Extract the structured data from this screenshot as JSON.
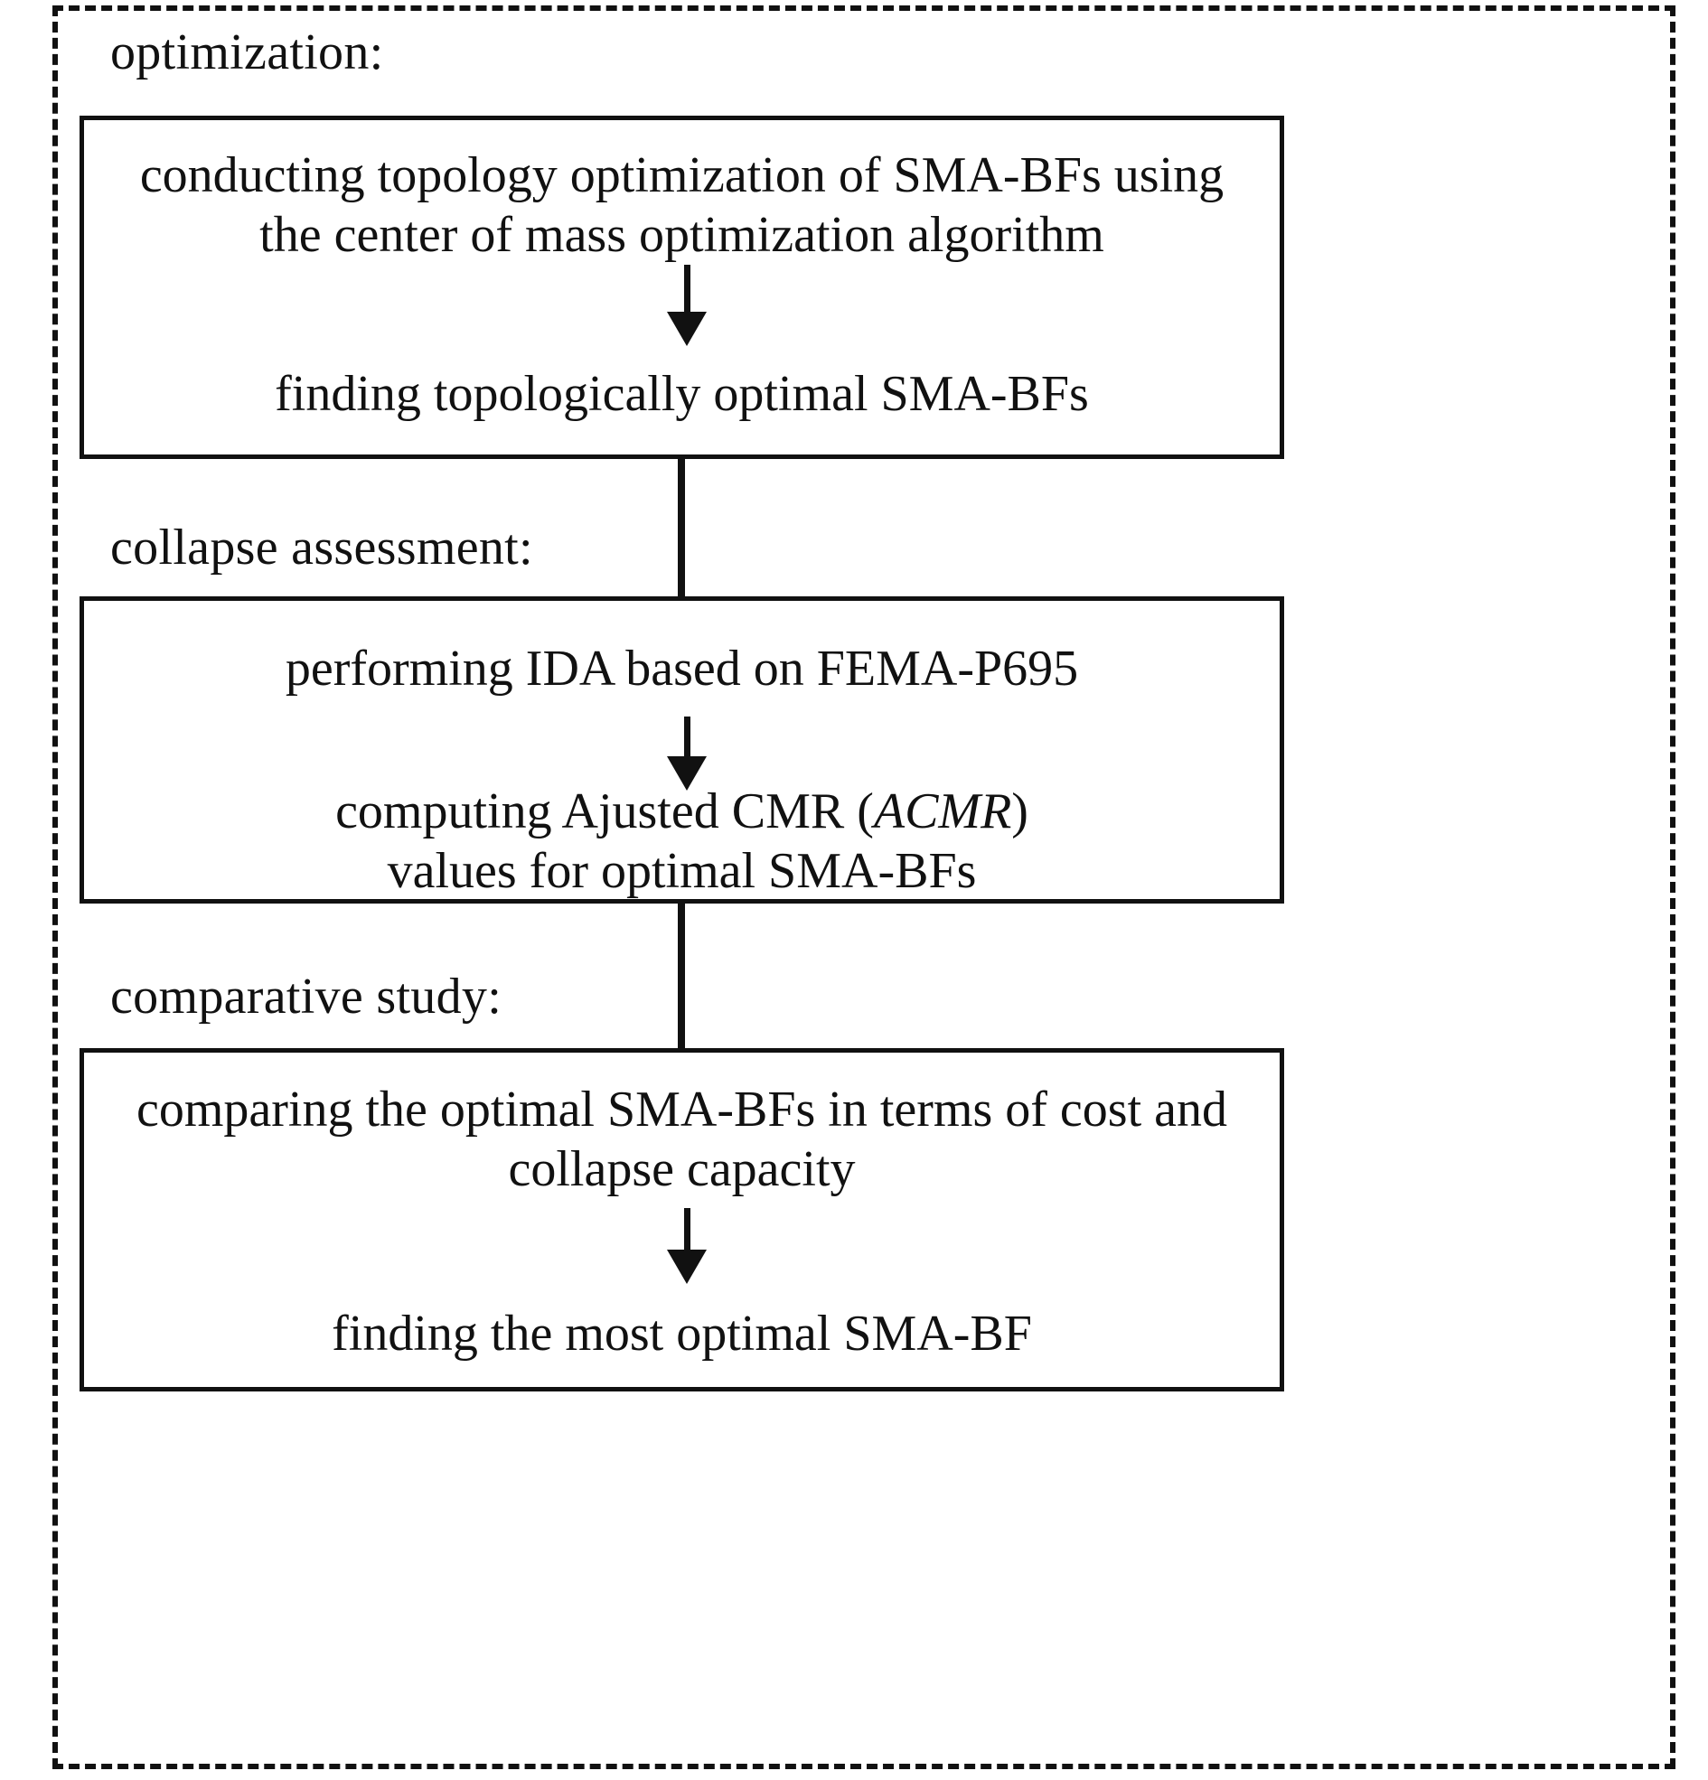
{
  "figure": {
    "type": "flowchart",
    "orientation": "vertical",
    "outer_frame_style": "dashed",
    "box_style": "solid-rectangle",
    "accent_color": "#111111",
    "background_color": "#ffffff"
  },
  "sections": [
    {
      "label": "optimization:",
      "steps": [
        {
          "lines": [
            "conducting topology optimization of SMA-BFs using",
            "the center of mass optimization algorithm"
          ]
        },
        {
          "lines": [
            "finding topologically optimal SMA-BFs"
          ]
        }
      ]
    },
    {
      "label": "collapse assessment:",
      "steps": [
        {
          "lines": [
            "performing IDA based on FEMA-P695"
          ]
        },
        {
          "lines_rich": [
            {
              "text": "computing Ajusted CMR (",
              "italic": false
            },
            {
              "text": "ACMR",
              "italic": true
            },
            {
              "text": ")",
              "italic": false
            }
          ],
          "lines": [
            "computing Ajusted CMR (ACMR)",
            "values for optimal SMA-BFs"
          ],
          "line2": "values for optimal SMA-BFs"
        }
      ]
    },
    {
      "label": "comparative study:",
      "steps": [
        {
          "lines": [
            "comparing the optimal SMA-BFs in terms of cost and",
            "collapse capacity"
          ]
        },
        {
          "lines": [
            "finding the most optimal SMA-BF"
          ]
        }
      ]
    }
  ],
  "text": {
    "label_optimization": "optimization:",
    "label_collapse": "collapse assessment:",
    "label_comparative": "comparative study:",
    "box1_line1": "conducting topology optimization of SMA-BFs using",
    "box1_line2": "the center of mass optimization algorithm",
    "box1_line3": "finding topologically optimal SMA-BFs",
    "box2_line1": "performing IDA based on FEMA-P695",
    "box2_line2_pre": "computing Ajusted CMR (",
    "box2_line2_ital": "ACMR",
    "box2_line2_post": ")",
    "box2_line3": "values for optimal SMA-BFs",
    "box3_line1": "comparing the optimal SMA-BFs in terms of cost and",
    "box3_line2": "collapse capacity",
    "box3_line3": "finding the most optimal SMA-BF"
  },
  "arrows": [
    {
      "name": "arrow-box1-internal",
      "from": "conducting topology optimization",
      "to": "finding topologically optimal SMA-BFs"
    },
    {
      "name": "arrow-box1-to-box2",
      "from": "optimization stage",
      "to": "collapse assessment stage"
    },
    {
      "name": "arrow-box2-internal",
      "from": "performing IDA based on FEMA-P695",
      "to": "computing Ajusted CMR"
    },
    {
      "name": "arrow-box2-to-box3",
      "from": "collapse assessment stage",
      "to": "comparative study stage"
    },
    {
      "name": "arrow-box3-internal",
      "from": "comparing the optimal SMA-BFs",
      "to": "finding the most optimal SMA-BF"
    }
  ]
}
